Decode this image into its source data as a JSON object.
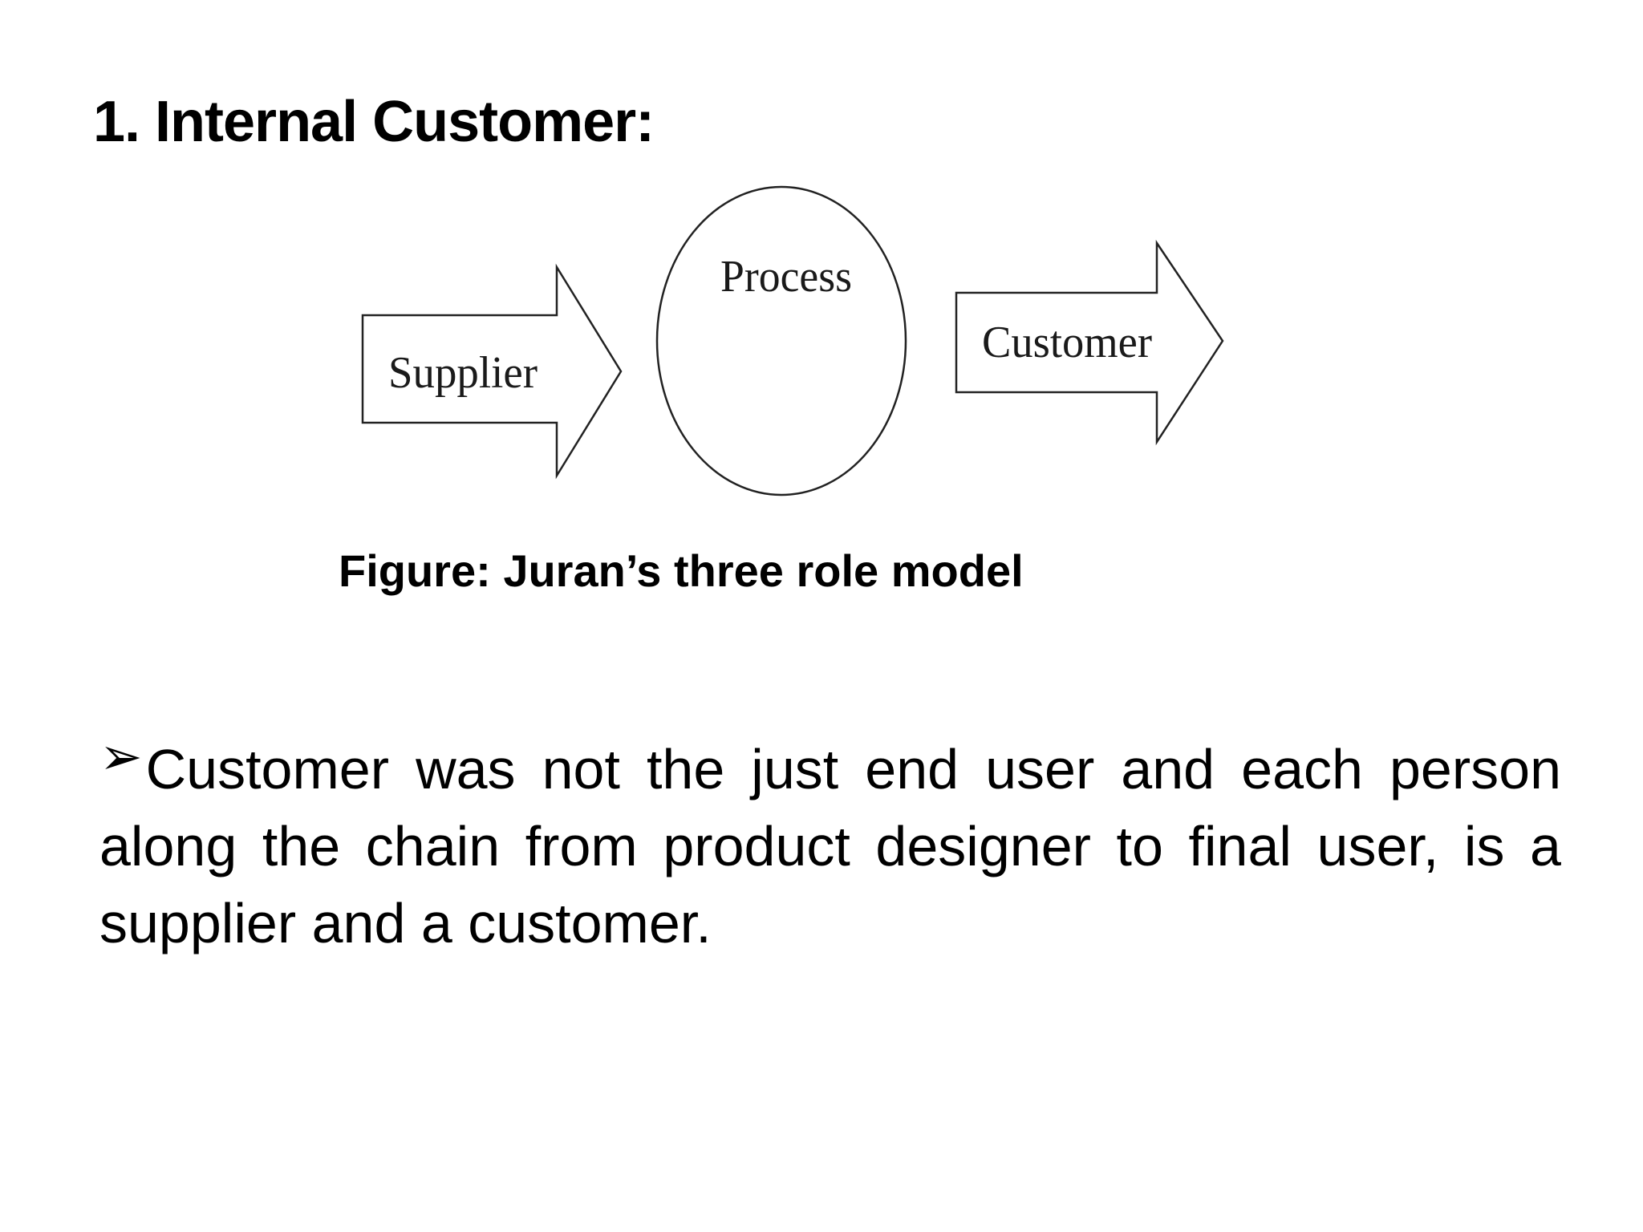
{
  "slide": {
    "title": "1. Internal Customer:",
    "diagram": {
      "supplier_label": "Supplier",
      "process_label": "Process",
      "customer_label": "Customer"
    },
    "caption": "Figure: Juran’s three role model",
    "bullet": {
      "icon": "arrow-bullet-icon",
      "glyph": "➢",
      "lines": [
        "Customer was not the just end user and each person",
        "along the chain from product designer to final user, is a",
        "supplier and a customer."
      ]
    }
  }
}
